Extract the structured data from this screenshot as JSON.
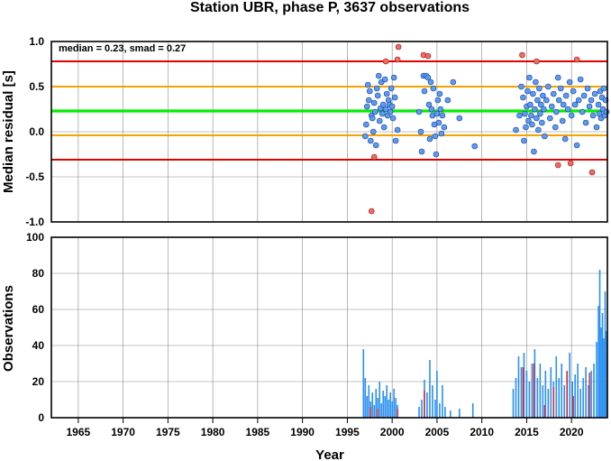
{
  "chart_data": [
    {
      "type": "scatter",
      "title": "Station UBR, phase P, 3637 observations",
      "annotation": "median = 0.23, smad = 0.27",
      "xlabel": "",
      "ylabel": "Median residual [s]",
      "xlim": [
        1962,
        2024
      ],
      "ylim": [
        -1.0,
        1.0
      ],
      "y_ticks": [
        "1.0",
        "0.5",
        "0.0",
        "-0.5",
        "-1.0"
      ],
      "grid": true,
      "colors": {
        "inlier": "#5b9bf5",
        "outlier": "#f26b5f",
        "median": "#00ee00",
        "inner": "#f5a300",
        "outer": "#e00000"
      },
      "reference_lines": [
        {
          "name": "median",
          "y": 0.23
        },
        {
          "name": "inner-upper",
          "y": 0.5
        },
        {
          "name": "inner-lower",
          "y": -0.04
        },
        {
          "name": "outer-upper",
          "y": 0.78
        },
        {
          "name": "outer-lower",
          "y": -0.31
        }
      ],
      "points": [
        [
          1997.0,
          -0.05
        ],
        [
          1997.1,
          0.08
        ],
        [
          1997.2,
          0.28
        ],
        [
          1997.3,
          0.52
        ],
        [
          1997.4,
          0.35
        ],
        [
          1997.5,
          0.45
        ],
        [
          1997.6,
          -0.1
        ],
        [
          1997.7,
          0.18
        ],
        [
          1997.8,
          0.15
        ],
        [
          1997.9,
          0.0
        ],
        [
          1998.0,
          0.32
        ],
        [
          1998.1,
          0.22
        ],
        [
          1998.2,
          -0.15
        ],
        [
          1998.3,
          0.48
        ],
        [
          1998.4,
          0.4
        ],
        [
          1998.5,
          0.62
        ],
        [
          1998.6,
          0.12
        ],
        [
          1998.7,
          0.26
        ],
        [
          1998.8,
          0.55
        ],
        [
          1998.9,
          0.2
        ],
        [
          1999.0,
          0.3
        ],
        [
          1999.1,
          0.05
        ],
        [
          1999.2,
          0.58
        ],
        [
          1999.3,
          0.25
        ],
        [
          1999.4,
          0.42
        ],
        [
          1999.5,
          0.18
        ],
        [
          1999.6,
          0.35
        ],
        [
          1999.7,
          0.3
        ],
        [
          1999.8,
          0.22
        ],
        [
          1999.9,
          0.48
        ],
        [
          2000.0,
          0.28
        ],
        [
          2000.1,
          0.15
        ],
        [
          2000.2,
          0.6
        ],
        [
          2000.3,
          0.38
        ],
        [
          2000.4,
          -0.1
        ],
        [
          2000.6,
          0.02
        ],
        [
          2003.0,
          0.22
        ],
        [
          2003.2,
          0.0
        ],
        [
          2003.3,
          -0.22
        ],
        [
          2003.5,
          0.62
        ],
        [
          2003.6,
          0.45
        ],
        [
          2003.8,
          0.62
        ],
        [
          2004.0,
          0.6
        ],
        [
          2004.1,
          0.3
        ],
        [
          2004.2,
          -0.08
        ],
        [
          2004.3,
          0.55
        ],
        [
          2004.4,
          0.25
        ],
        [
          2004.5,
          0.18
        ],
        [
          2004.6,
          0.48
        ],
        [
          2004.7,
          0.08
        ],
        [
          2004.8,
          -0.05
        ],
        [
          2004.9,
          -0.25
        ],
        [
          2005.0,
          0.2
        ],
        [
          2005.1,
          0.35
        ],
        [
          2005.2,
          0.1
        ],
        [
          2005.3,
          0.42
        ],
        [
          2005.4,
          0.25
        ],
        [
          2005.5,
          -0.02
        ],
        [
          2005.6,
          0.18
        ],
        [
          2005.8,
          0.05
        ],
        [
          2006.2,
          0.35
        ],
        [
          2006.8,
          0.55
        ],
        [
          2007.5,
          0.15
        ],
        [
          2009.2,
          -0.16
        ],
        [
          2013.8,
          0.02
        ],
        [
          2014.2,
          0.18
        ],
        [
          2014.4,
          0.5
        ],
        [
          2014.6,
          0.38
        ],
        [
          2014.7,
          -0.1
        ],
        [
          2014.8,
          0.2
        ],
        [
          2014.9,
          0.05
        ],
        [
          2015.0,
          0.28
        ],
        [
          2015.1,
          0.45
        ],
        [
          2015.2,
          0.12
        ],
        [
          2015.3,
          0.6
        ],
        [
          2015.4,
          0.3
        ],
        [
          2015.5,
          0.18
        ],
        [
          2015.6,
          0.08
        ],
        [
          2015.7,
          0.42
        ],
        [
          2015.8,
          -0.22
        ],
        [
          2015.9,
          0.25
        ],
        [
          2016.0,
          0.55
        ],
        [
          2016.1,
          0.15
        ],
        [
          2016.2,
          0.35
        ],
        [
          2016.3,
          0.02
        ],
        [
          2016.4,
          0.48
        ],
        [
          2016.5,
          0.2
        ],
        [
          2016.6,
          0.3
        ],
        [
          2016.7,
          0.1
        ],
        [
          2016.8,
          0.4
        ],
        [
          2016.9,
          0.25
        ],
        [
          2017.0,
          -0.05
        ],
        [
          2017.2,
          0.35
        ],
        [
          2017.4,
          0.5
        ],
        [
          2017.6,
          0.15
        ],
        [
          2017.8,
          0.28
        ],
        [
          2018.0,
          0.42
        ],
        [
          2018.2,
          0.05
        ],
        [
          2018.3,
          0.22
        ],
        [
          2018.5,
          0.6
        ],
        [
          2018.6,
          0.35
        ],
        [
          2018.8,
          0.48
        ],
        [
          2019.0,
          0.12
        ],
        [
          2019.1,
          0.3
        ],
        [
          2019.3,
          -0.08
        ],
        [
          2019.4,
          0.4
        ],
        [
          2019.6,
          0.25
        ],
        [
          2019.8,
          0.55
        ],
        [
          2020.0,
          0.18
        ],
        [
          2020.2,
          0.45
        ],
        [
          2020.4,
          0.3
        ],
        [
          2020.6,
          -0.15
        ],
        [
          2020.8,
          0.35
        ],
        [
          2021.0,
          0.58
        ],
        [
          2021.2,
          0.22
        ],
        [
          2021.4,
          0.4
        ],
        [
          2021.6,
          0.1
        ],
        [
          2021.8,
          0.48
        ],
        [
          2022.0,
          0.28
        ],
        [
          2022.2,
          0.35
        ],
        [
          2022.4,
          0.18
        ],
        [
          2022.6,
          0.42
        ],
        [
          2022.8,
          0.05
        ],
        [
          2023.0,
          0.3
        ],
        [
          2023.1,
          0.2
        ],
        [
          2023.2,
          0.45
        ],
        [
          2023.3,
          0.15
        ],
        [
          2023.4,
          0.38
        ],
        [
          2023.5,
          0.25
        ],
        [
          2023.6,
          0.48
        ],
        [
          2023.7,
          0.18
        ],
        [
          2023.8,
          0.35
        ],
        [
          2023.9,
          0.22
        ]
      ],
      "outliers": [
        [
          1997.7,
          -0.88
        ],
        [
          1998.0,
          -0.28
        ],
        [
          1999.3,
          0.78
        ],
        [
          2000.6,
          0.8
        ],
        [
          2000.7,
          0.94
        ],
        [
          2003.5,
          0.85
        ],
        [
          2004.0,
          0.84
        ],
        [
          2014.5,
          0.85
        ],
        [
          2016.1,
          0.78
        ],
        [
          2018.5,
          -0.37
        ],
        [
          2019.9,
          -0.35
        ],
        [
          2020.6,
          0.8
        ],
        [
          2022.3,
          -0.45
        ]
      ]
    },
    {
      "type": "bar",
      "xlabel": "Year",
      "ylabel": "Observations",
      "xlim": [
        1962,
        2024
      ],
      "ylim": [
        0,
        100
      ],
      "y_ticks": [
        "0",
        "20",
        "40",
        "60",
        "80",
        "100"
      ],
      "x_ticks": [
        "1965",
        "1970",
        "1975",
        "1980",
        "1985",
        "1990",
        "1995",
        "2000",
        "2005",
        "2010",
        "2015",
        "2020"
      ],
      "grid": true,
      "colors": {
        "bar": "#2a90f0",
        "outlier_bar": "#e02020"
      },
      "bars": [
        [
          1996.8,
          38
        ],
        [
          1997.0,
          22
        ],
        [
          1997.2,
          12
        ],
        [
          1997.4,
          18
        ],
        [
          1997.6,
          9
        ],
        [
          1997.8,
          14
        ],
        [
          1998.0,
          7
        ],
        [
          1998.2,
          16
        ],
        [
          1998.4,
          11
        ],
        [
          1998.6,
          20
        ],
        [
          1998.8,
          8
        ],
        [
          1999.0,
          15
        ],
        [
          1999.2,
          12
        ],
        [
          1999.4,
          18
        ],
        [
          1999.6,
          10
        ],
        [
          1999.8,
          14
        ],
        [
          2000.0,
          9
        ],
        [
          2000.2,
          16
        ],
        [
          2000.4,
          11
        ],
        [
          2000.6,
          7
        ],
        [
          2003.0,
          6
        ],
        [
          2003.3,
          10
        ],
        [
          2003.6,
          21
        ],
        [
          2003.9,
          14
        ],
        [
          2004.2,
          32
        ],
        [
          2004.5,
          18
        ],
        [
          2004.8,
          10
        ],
        [
          2005.0,
          26
        ],
        [
          2005.3,
          8
        ],
        [
          2005.6,
          18
        ],
        [
          2005.9,
          6
        ],
        [
          2006.5,
          4
        ],
        [
          2007.5,
          5
        ],
        [
          2009.0,
          8
        ],
        [
          2013.5,
          16
        ],
        [
          2013.8,
          22
        ],
        [
          2014.1,
          34
        ],
        [
          2014.4,
          28
        ],
        [
          2014.7,
          36
        ],
        [
          2015.0,
          26
        ],
        [
          2015.3,
          20
        ],
        [
          2015.6,
          30
        ],
        [
          2015.9,
          38
        ],
        [
          2016.2,
          22
        ],
        [
          2016.5,
          30
        ],
        [
          2016.8,
          18
        ],
        [
          2017.1,
          26
        ],
        [
          2017.4,
          16
        ],
        [
          2017.7,
          28
        ],
        [
          2018.0,
          20
        ],
        [
          2018.3,
          34
        ],
        [
          2018.6,
          22
        ],
        [
          2018.9,
          30
        ],
        [
          2019.2,
          18
        ],
        [
          2019.5,
          26
        ],
        [
          2019.8,
          36
        ],
        [
          2020.1,
          20
        ],
        [
          2020.4,
          24
        ],
        [
          2020.7,
          30
        ],
        [
          2021.0,
          16
        ],
        [
          2021.3,
          22
        ],
        [
          2021.6,
          28
        ],
        [
          2021.9,
          18
        ],
        [
          2022.2,
          26
        ],
        [
          2022.5,
          30
        ],
        [
          2022.8,
          42
        ],
        [
          2023.0,
          62
        ],
        [
          2023.15,
          82
        ],
        [
          2023.3,
          50
        ],
        [
          2023.45,
          58
        ],
        [
          2023.6,
          44
        ],
        [
          2023.75,
          70
        ],
        [
          2023.9,
          48
        ]
      ],
      "outlier_bars": [
        [
          1997.6,
          6
        ],
        [
          1998.4,
          5
        ],
        [
          2000.6,
          5
        ],
        [
          2003.6,
          15
        ],
        [
          2014.6,
          28
        ],
        [
          2015.8,
          30
        ],
        [
          2017.0,
          7
        ],
        [
          2018.0,
          17
        ],
        [
          2019.5,
          26
        ],
        [
          2020.2,
          12
        ],
        [
          2022.0,
          25
        ]
      ]
    }
  ]
}
